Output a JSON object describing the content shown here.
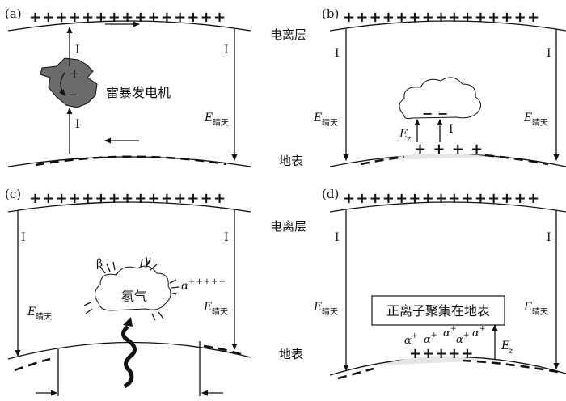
{
  "panels": {
    "a": {
      "tag": "(a)",
      "top_charges": "+++++++++++++++",
      "current_label": "I",
      "generator_label": "雷暴发电机",
      "field_main": "E",
      "field_sub": "晴天",
      "generator_plus": "+",
      "generator_minus": "−"
    },
    "b": {
      "tag": "(b)",
      "top_charges": "+++++++++++++++",
      "current_label": "I",
      "field_main": "E",
      "field_sub": "晴天",
      "cloud_charges": "− −",
      "ground_charges": "+ + + +",
      "ez_main": "E",
      "ez_sub": "z"
    },
    "c": {
      "tag": "(c)",
      "top_charges": "+++++++++++++++",
      "current_label": "I",
      "field_main": "E",
      "field_sub": "晴天",
      "radon_label": "氡气",
      "beta": "β",
      "gamma": "γ",
      "alpha": "α",
      "alpha_charges": "+++++"
    },
    "d": {
      "tag": "(d)",
      "top_charges": "+++++++++++++++",
      "current_label": "I",
      "field_main": "E",
      "field_sub": "晴天",
      "box_text": "正离子聚集在地表",
      "alpha": "α",
      "alpha_charge": "+",
      "ground_charges": "+++++",
      "ez_main": "E",
      "ez_sub": "z"
    }
  },
  "side_labels": {
    "ionosphere_top": "电离层",
    "surface_top": "地表",
    "ionosphere_bottom": "电离层",
    "surface_bottom": "地表"
  }
}
